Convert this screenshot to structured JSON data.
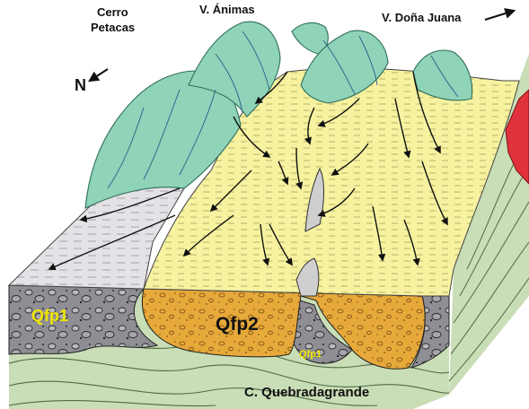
{
  "labels": {
    "cerro_line1": "Cerro",
    "cerro_line2": "Petacas",
    "animas": "V. Ánimas",
    "dona_juana": "V. Doña Juana",
    "north": "N",
    "qfp1_left": "Qfp1",
    "qfp2": "Qfp2",
    "qfp1_center": "Qfp1",
    "basement": "C. Quebradagrande"
  },
  "colors": {
    "mountains": "#8fd3b8",
    "fan_surface": "#f6f2a0",
    "fan_deposit": "#e6a93a",
    "old_deposit": "#8e8e94",
    "gray_surface": "#e4e2e6",
    "basement": "#c9ddb6",
    "lava": "#e0323c",
    "qfp1_text": "#f2e600"
  }
}
